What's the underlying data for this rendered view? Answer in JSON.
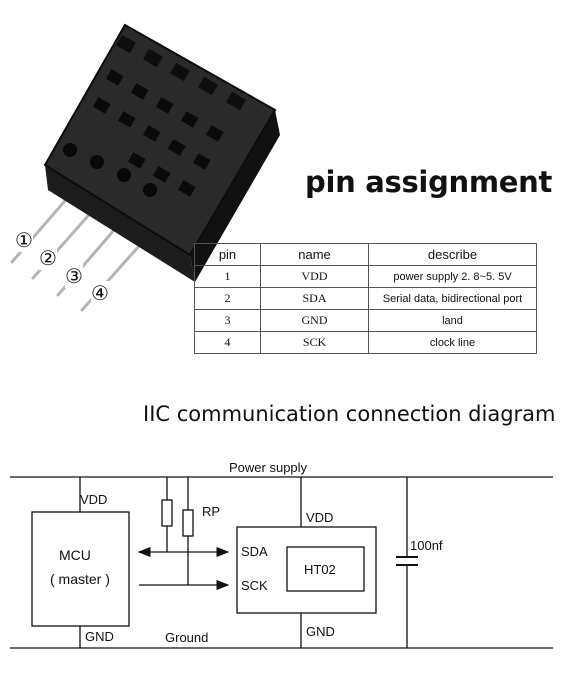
{
  "pin_section": {
    "title": "pin assignment",
    "headers": [
      "pin",
      "name",
      "describe"
    ],
    "rows": [
      {
        "pin": "1",
        "name": "VDD",
        "describe": "power supply 2. 8~5. 5V"
      },
      {
        "pin": "2",
        "name": "SDA",
        "describe": "Serial data, bidirectional port"
      },
      {
        "pin": "3",
        "name": "GND",
        "describe": "land"
      },
      {
        "pin": "4",
        "name": "SCK",
        "describe": "clock line"
      }
    ],
    "pin_markers": [
      "①",
      "②",
      "③",
      "④"
    ]
  },
  "diagram": {
    "title": "IIC communication connection diagram",
    "power_supply": "Power supply",
    "ground": "Ground",
    "mcu_vdd": "VDD",
    "mcu_gnd": "GND",
    "mcu_name": "MCU",
    "mcu_role": "( master )",
    "pullup": "RP",
    "sensor_vdd": "VDD",
    "sensor_sda": "SDA",
    "sensor_sck": "SCK",
    "sensor_gnd": "GND",
    "sensor_chip": "HT02",
    "capacitor": "100nf"
  }
}
